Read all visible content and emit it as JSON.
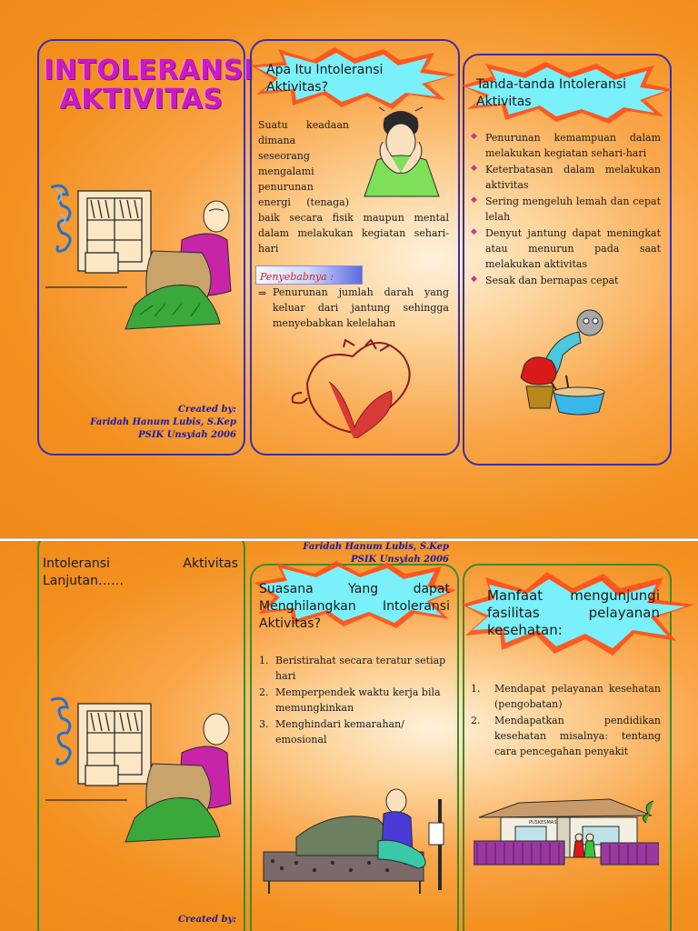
{
  "page1": {
    "panel1": {
      "title_line1": "INTOLERANSI",
      "title_line2": "AKTIVITAS",
      "credit_line1": "Created by:",
      "credit_line2": "Faridah Hanum Lubis, S.Kep",
      "credit_line3": "PSIK Unsyiah 2006"
    },
    "panel2": {
      "heading": "Apa Itu Intoleransi Aktivitas?",
      "definition_lines": [
        "Suatu keadaan",
        "dimana",
        "seseorang",
        "mengalami",
        "penurunan",
        "energi (tenaga)"
      ],
      "definition_rest": "baik secara fisik maupun mental dalam melakukan kegiatan sehari-hari",
      "cause_label": "Penyebabnya :",
      "cause_arrow": "⇒",
      "cause_text": "Penurunan jumlah darah yang keluar dari jantung sehingga menyebabkan kelelahan"
    },
    "panel3": {
      "heading": "Tanda-tanda Intoleransi Aktivitas",
      "signs": [
        "Penurunan kemampuan dalam melakukan kegiatan sehari-hari",
        "Keterbatasan dalam melakukan aktivitas",
        "Sering mengeluh lemah dan cepat lelah",
        "Denyut jantung dapat meningkat atau menurun pada saat melakukan aktivitas",
        "Sesak dan bernapas cepat"
      ]
    }
  },
  "page2": {
    "panel1": {
      "heading": "Intoleransi Aktivitas Lanjutan……",
      "credit_line1": "Created by:"
    },
    "top_credit_line1": "Faridah Hanum Lubis, S.Kep",
    "top_credit_line2": "PSIK Unsyiah 2006",
    "panel2": {
      "heading": "Suasana Yang dapat Menghilangkan Intoleransi Aktivitas?",
      "items": [
        "Beristirahat secara teratur setiap hari",
        "Memperpendek waktu kerja bila memungkinkan",
        "Menghindari kemarahan/ emosional"
      ]
    },
    "panel3": {
      "heading": "Manfaat mengunjungi fasilitas pelayanan kesehatan:",
      "items": [
        "Mendapat pelayanan kesehatan (pengobatan)",
        "Mendapatkan pendidikan kesehatan misalnya: tentang cara pencegahan penyakit"
      ],
      "building_sign": "PUSKESMAS"
    }
  },
  "colors": {
    "title_magenta": "#cc18c8",
    "panel_border_blue": "#3a2fa8",
    "panel_border_green": "#3f8a2a",
    "star_cyan": "#6fe6f2",
    "star_red": "#ff3a1a",
    "credit_blue": "#1a1aa0",
    "bullet_pink": "#c23a8a"
  }
}
